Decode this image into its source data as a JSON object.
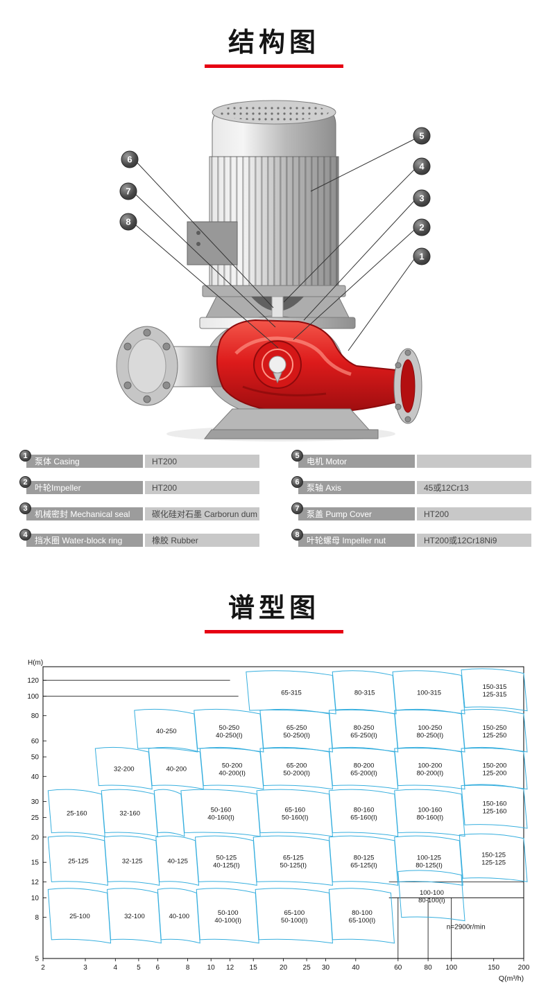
{
  "page": {
    "accent_color": "#e60012",
    "structure_section": {
      "title": "结构图"
    },
    "spectrum_section": {
      "title": "谱型图"
    }
  },
  "diagram": {
    "callouts": [
      "1",
      "2",
      "3",
      "4",
      "5",
      "6",
      "7",
      "8"
    ]
  },
  "parts_table": {
    "left": [
      {
        "no": "1",
        "name": "泵体 Casing",
        "material": "HT200"
      },
      {
        "no": "2",
        "name": "叶轮Impeller",
        "material": "HT200"
      },
      {
        "no": "3",
        "name": "机械密封 Mechanical seal",
        "material": "碳化硅对石墨 Carborun dum"
      },
      {
        "no": "4",
        "name": "挡水圈 Water-block ring",
        "material": "橡胶 Rubber"
      }
    ],
    "right": [
      {
        "no": "5",
        "name": "电机 Motor",
        "material": ""
      },
      {
        "no": "6",
        "name": "泵轴 Axis",
        "material": "45或12Cr13"
      },
      {
        "no": "7",
        "name": "泵盖 Pump Cover",
        "material": "HT200"
      },
      {
        "no": "8",
        "name": "叶轮螺母 Impeller nut",
        "material": "HT200或12Cr18Ni9"
      }
    ]
  },
  "chart_data": {
    "type": "area",
    "subtype": "pump-selection-spectrum",
    "title": "谱型图",
    "xlabel": "Q(m³/h)",
    "ylabel": "H(m)",
    "x_scale": "log",
    "y_scale": "log",
    "xlim": [
      2,
      200
    ],
    "ylim": [
      5,
      140
    ],
    "x_ticks": [
      2,
      3,
      4,
      5,
      6,
      8,
      10,
      12,
      15,
      20,
      25,
      30,
      40,
      60,
      80,
      100,
      150,
      200
    ],
    "y_ticks": [
      5,
      8,
      10,
      12,
      15,
      20,
      25,
      30,
      40,
      50,
      60,
      80,
      100,
      120
    ],
    "speed_annotation": "n=2900r/min",
    "region_line_color": "#35aede",
    "regions": [
      {
        "labels": [
          "65-315"
        ],
        "q": [
          14,
          32
        ],
        "h": [
          85,
          132
        ]
      },
      {
        "labels": [
          "80-315"
        ],
        "q": [
          32,
          57
        ],
        "h": [
          85,
          132
        ]
      },
      {
        "labels": [
          "100-315"
        ],
        "q": [
          57,
          110
        ],
        "h": [
          85,
          132
        ]
      },
      {
        "labels": [
          "150-315",
          "125-315"
        ],
        "q": [
          110,
          200
        ],
        "h": [
          88,
          135
        ]
      },
      {
        "labels": [
          "40-250"
        ],
        "q": [
          4.8,
          8.5
        ],
        "h": [
          55,
          85
        ]
      },
      {
        "labels": [
          "50-250",
          "40-250(I)"
        ],
        "q": [
          8.5,
          16
        ],
        "h": [
          55,
          85
        ]
      },
      {
        "labels": [
          "65-250",
          "50-250(I)"
        ],
        "q": [
          16,
          31
        ],
        "h": [
          55,
          85
        ]
      },
      {
        "labels": [
          "80-250",
          "65-250(I)"
        ],
        "q": [
          31,
          58
        ],
        "h": [
          55,
          85
        ]
      },
      {
        "labels": [
          "100-250",
          "80-250(I)"
        ],
        "q": [
          58,
          110
        ],
        "h": [
          55,
          85
        ]
      },
      {
        "labels": [
          "150-250",
          "125-250"
        ],
        "q": [
          110,
          200
        ],
        "h": [
          55,
          85
        ]
      },
      {
        "labels": [
          "32-200"
        ],
        "q": [
          3.3,
          5.5
        ],
        "h": [
          36,
          55
        ]
      },
      {
        "labels": [
          "40-200"
        ],
        "q": [
          5.5,
          9
        ],
        "h": [
          36,
          55
        ]
      },
      {
        "labels": [
          "50-200",
          "40-200(I)"
        ],
        "q": [
          9,
          16
        ],
        "h": [
          36,
          55
        ]
      },
      {
        "labels": [
          "65-200",
          "50-200(I)"
        ],
        "q": [
          16,
          31
        ],
        "h": [
          36,
          55
        ]
      },
      {
        "labels": [
          "80-200",
          "65-200(I)"
        ],
        "q": [
          31,
          58
        ],
        "h": [
          36,
          55
        ]
      },
      {
        "labels": [
          "100-200",
          "80-200(I)"
        ],
        "q": [
          58,
          110
        ],
        "h": [
          36,
          55
        ]
      },
      {
        "labels": [
          "150-200",
          "125-200"
        ],
        "q": [
          110,
          200
        ],
        "h": [
          36,
          55
        ]
      },
      {
        "labels": [
          "25-160"
        ],
        "q": [
          2.1,
          3.5
        ],
        "h": [
          21,
          34
        ]
      },
      {
        "labels": [
          "32-160"
        ],
        "q": [
          3.5,
          5.8
        ],
        "h": [
          21,
          34
        ]
      },
      {
        "labels": [],
        "q": [
          5.8,
          7.5
        ],
        "h": [
          21,
          34
        ]
      },
      {
        "labels": [
          "50-160",
          "40-160(I)"
        ],
        "q": [
          7.5,
          15.5
        ],
        "h": [
          21,
          34
        ]
      },
      {
        "labels": [
          "65-160",
          "50-160(I)"
        ],
        "q": [
          15.5,
          31
        ],
        "h": [
          21,
          34
        ]
      },
      {
        "labels": [
          "80-160",
          "65-160(I)"
        ],
        "q": [
          31,
          58
        ],
        "h": [
          21,
          34
        ]
      },
      {
        "labels": [
          "100-160",
          "80-160(I)"
        ],
        "q": [
          58,
          110
        ],
        "h": [
          21,
          34
        ]
      },
      {
        "labels": [
          "150-160",
          "125-160"
        ],
        "q": [
          110,
          200
        ],
        "h": [
          23,
          36
        ]
      },
      {
        "labels": [
          "25-125"
        ],
        "q": [
          2.1,
          3.6
        ],
        "h": [
          12,
          20
        ]
      },
      {
        "labels": [
          "32-125"
        ],
        "q": [
          3.6,
          5.9
        ],
        "h": [
          12,
          20
        ]
      },
      {
        "labels": [
          "40-125"
        ],
        "q": [
          5.9,
          8.6
        ],
        "h": [
          12,
          20
        ]
      },
      {
        "labels": [
          "50-125",
          "40-125(I)"
        ],
        "q": [
          8.6,
          15
        ],
        "h": [
          12,
          20
        ]
      },
      {
        "labels": [
          "65-125",
          "50-125(I)"
        ],
        "q": [
          15,
          31
        ],
        "h": [
          12,
          20
        ]
      },
      {
        "labels": [
          "80-125",
          "65-125(I)"
        ],
        "q": [
          31,
          58
        ],
        "h": [
          12,
          20
        ]
      },
      {
        "labels": [
          "100-125",
          "80-125(I)"
        ],
        "q": [
          58,
          108
        ],
        "h": [
          12,
          20
        ]
      },
      {
        "labels": [
          "150-125",
          "125-125"
        ],
        "q": [
          108,
          200
        ],
        "h": [
          12.5,
          20.5
        ]
      },
      {
        "labels": [
          "25-100"
        ],
        "q": [
          2.1,
          3.7
        ],
        "h": [
          6.2,
          11
        ]
      },
      {
        "labels": [
          "32-100"
        ],
        "q": [
          3.7,
          6
        ],
        "h": [
          6.2,
          11
        ]
      },
      {
        "labels": [
          "40-100"
        ],
        "q": [
          6,
          8.7
        ],
        "h": [
          6.2,
          11
        ]
      },
      {
        "labels": [
          "50-100",
          "40-100(I)"
        ],
        "q": [
          8.7,
          15.3
        ],
        "h": [
          6.2,
          11
        ]
      },
      {
        "labels": [
          "65-100",
          "50-100(I)"
        ],
        "q": [
          15.3,
          31
        ],
        "h": [
          6.2,
          11
        ]
      },
      {
        "labels": [
          "80-100",
          "65-100(I)"
        ],
        "q": [
          31,
          56
        ],
        "h": [
          6.2,
          11
        ]
      },
      {
        "labels": [
          "100-100",
          "80-100(I)"
        ],
        "q": [
          60,
          110
        ],
        "h": [
          8,
          13.5
        ]
      }
    ],
    "grid_segments": [
      {
        "dir": "h",
        "at": 120,
        "span": [
          2,
          12
        ]
      },
      {
        "dir": "h",
        "at": 100,
        "span": [
          2,
          13
        ]
      },
      {
        "dir": "h",
        "at": 12,
        "span": [
          55,
          200
        ]
      },
      {
        "dir": "h",
        "at": 10,
        "span": [
          55,
          200
        ]
      },
      {
        "dir": "v",
        "at": 60,
        "span": [
          5,
          10
        ]
      },
      {
        "dir": "v",
        "at": 80,
        "span": [
          5,
          10
        ]
      },
      {
        "dir": "v",
        "at": 100,
        "span": [
          5,
          10
        ]
      }
    ]
  }
}
